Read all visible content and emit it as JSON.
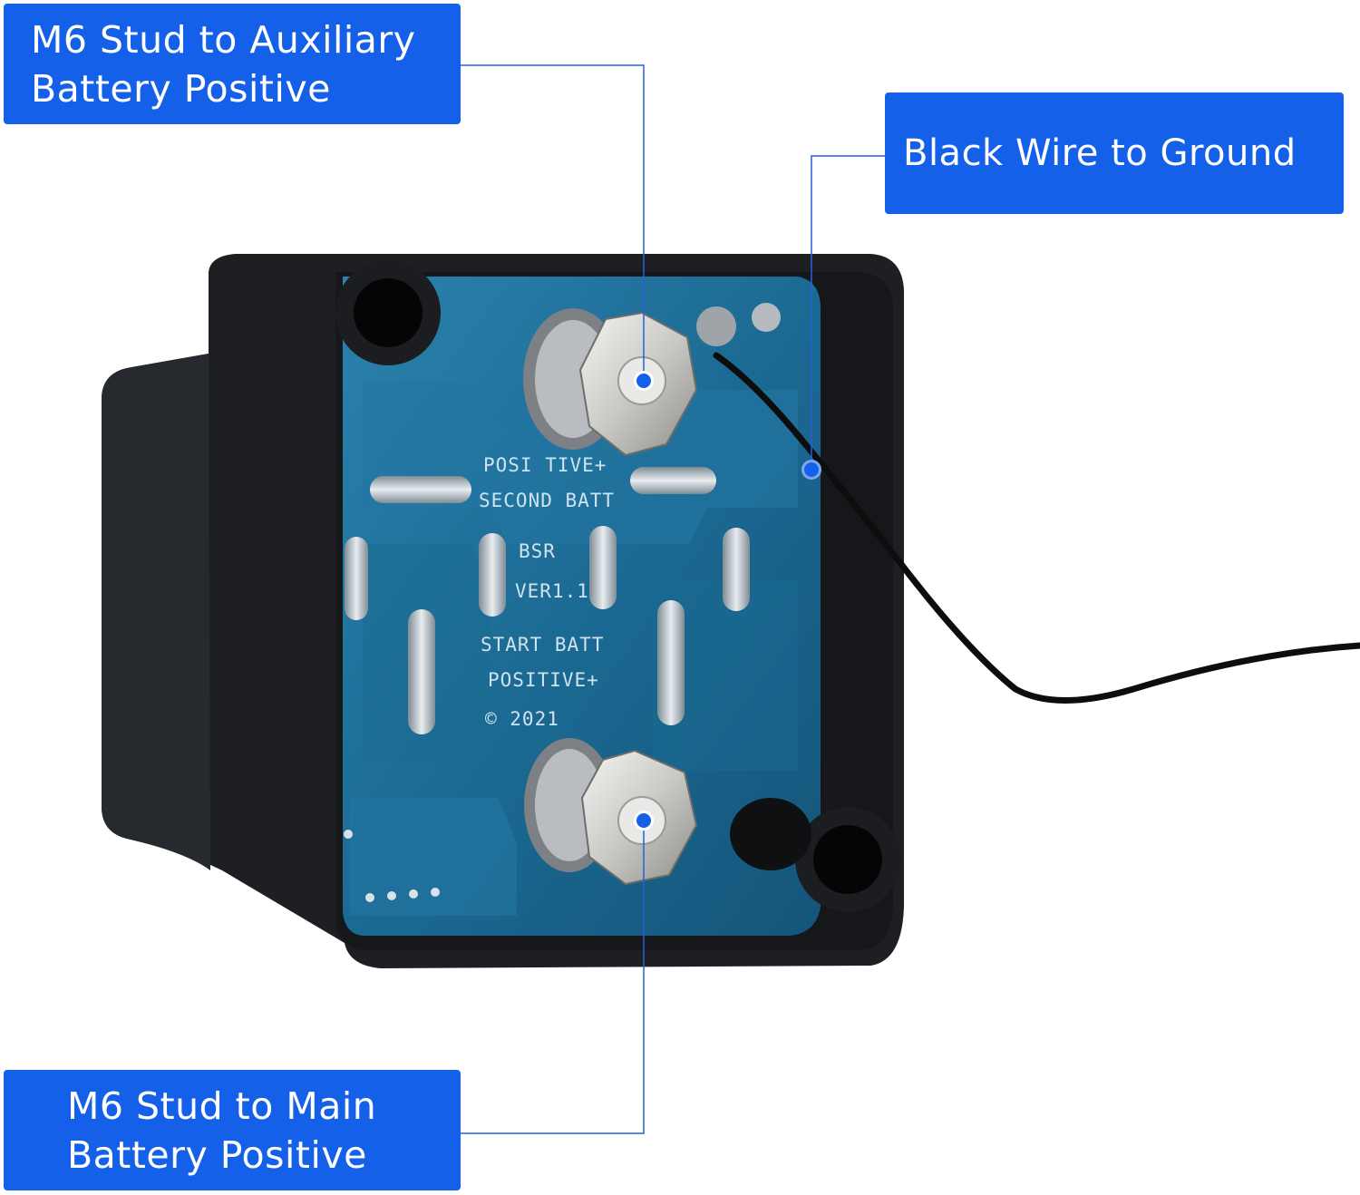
{
  "callouts": {
    "aux": {
      "line1": "M6 Stud to Auxiliary",
      "line2": "Battery Positive"
    },
    "ground": {
      "line1": "Black Wire to Ground"
    },
    "main": {
      "line1": "M6 Stud to Main",
      "line2": "Battery Positive"
    }
  },
  "pcb_labels": {
    "positive": "POSI TIVE+",
    "second_batt": "SECOND BATT",
    "bsr": "BSR",
    "ver": "VER1.1",
    "start_batt": "START BATT",
    "positive2": "POSITIVE+",
    "copyright": "© 2021"
  },
  "colors": {
    "callout": "#1560e8",
    "leader": "#2a5fd8",
    "housing": "#1d1f22",
    "pcb": "#1f6f97",
    "wire": "#0d0d0d"
  }
}
